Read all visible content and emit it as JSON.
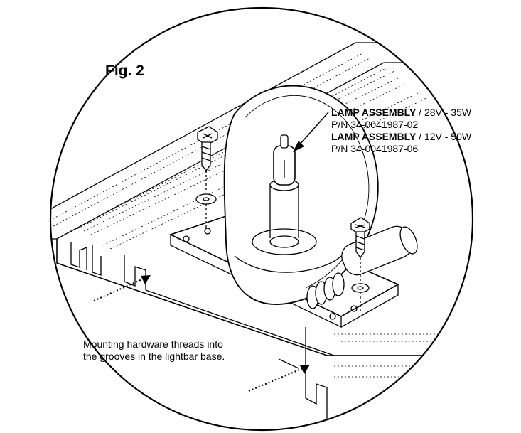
{
  "figure": {
    "title": "Fig. 2",
    "lamp_assemblies": [
      {
        "name": "LAMP ASSEMBLY",
        "spec": " / 28V - 35W",
        "part_number": "P/N 34-0041987-02"
      },
      {
        "name": "LAMP ASSEMBLY",
        "spec": " / 12V - 50W",
        "part_number": "P/N 34-0041987-06"
      }
    ],
    "mounting_note": {
      "line1": "Mounting hardware threads into",
      "line2": "the grooves in the lightbar base."
    }
  },
  "colors": {
    "line": "#000000",
    "background": "#ffffff",
    "dotted": "#777777"
  }
}
